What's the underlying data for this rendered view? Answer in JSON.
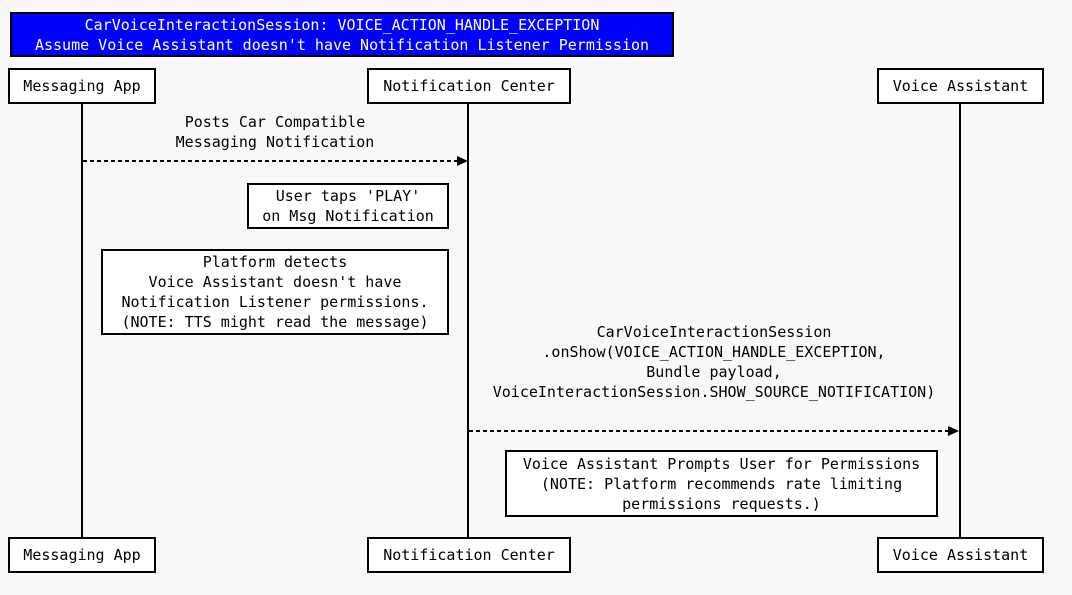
{
  "title_banner": {
    "line1": "CarVoiceInteractionSession: VOICE_ACTION_HANDLE_EXCEPTION",
    "line2": "Assume Voice Assistant doesn't have Notification Listener Permission",
    "bg_color": "#0000ff",
    "text_color": "#ffffff"
  },
  "participants": [
    {
      "name": "Messaging App"
    },
    {
      "name": "Notification Center"
    },
    {
      "name": "Voice Assistant"
    }
  ],
  "messages": [
    {
      "from": "Messaging App",
      "to": "Notification Center",
      "label": "Posts Car Compatible\nMessaging Notification",
      "line_style": "dashed"
    },
    {
      "from": "Notification Center",
      "to": "Voice Assistant",
      "label": "CarVoiceInteractionSession\n.onShow(VOICE_ACTION_HANDLE_EXCEPTION,\nBundle payload,\nVoiceInteractionSession.SHOW_SOURCE_NOTIFICATION)",
      "line_style": "dashed"
    }
  ],
  "notes": [
    {
      "text": "User taps 'PLAY'\non Msg Notification"
    },
    {
      "text": "Platform detects\nVoice Assistant doesn't have\nNotification Listener permissions.\n(NOTE: TTS might read the message)"
    },
    {
      "text": "Voice Assistant Prompts User for Permissions\n(NOTE: Platform recommends rate limiting\npermissions requests.)"
    }
  ],
  "colors": {
    "canvas_background": "#f8f8f8",
    "line": "#000000",
    "box_background": "#ffffff",
    "box_border": "#000000",
    "title_background": "#0000ff",
    "title_text": "#ffffff"
  }
}
